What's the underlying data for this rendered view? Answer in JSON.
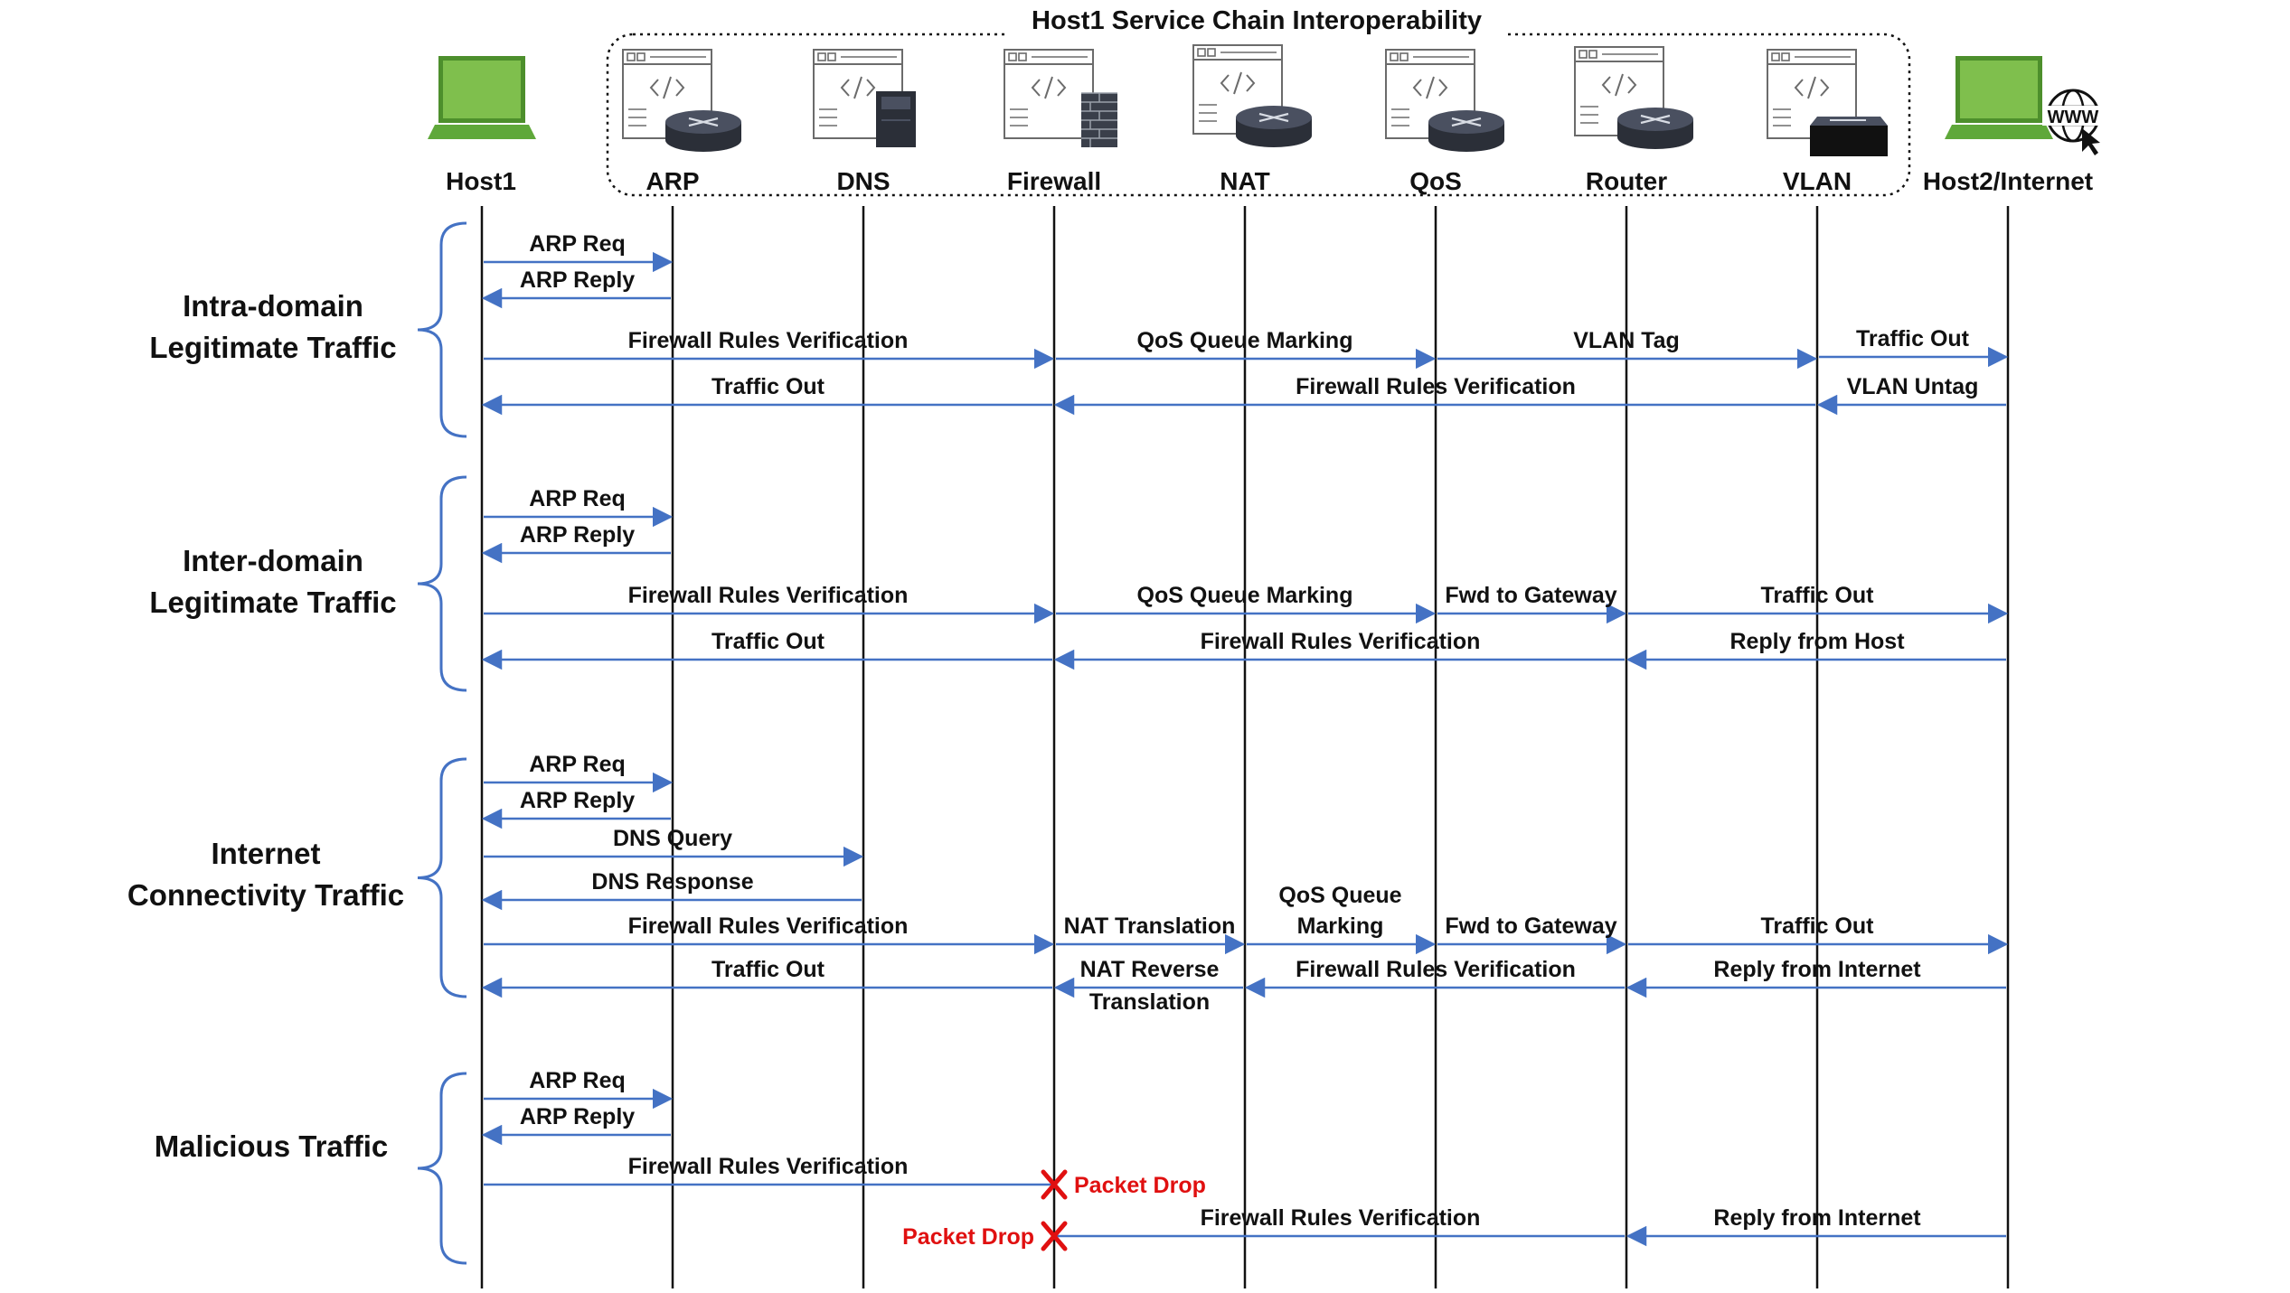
{
  "diagram": {
    "chain_title": "Host1 Service Chain Interoperability",
    "colors": {
      "arrow": "#4472c4",
      "lifeline": "#111111",
      "drop": "#e01010",
      "laptop_screen": "#7fbf4d",
      "laptop_body": "#5fa83a",
      "device_dark": "#2b2f38"
    },
    "participants": [
      {
        "id": "host1",
        "label": "Host1",
        "icon": "laptop-icon"
      },
      {
        "id": "arp",
        "label": "ARP",
        "icon": "router-icon"
      },
      {
        "id": "dns",
        "label": "DNS",
        "icon": "server-icon"
      },
      {
        "id": "firewall",
        "label": "Firewall",
        "icon": "firewall-icon"
      },
      {
        "id": "nat",
        "label": "NAT",
        "icon": "router-icon"
      },
      {
        "id": "qos",
        "label": "QoS",
        "icon": "router-icon"
      },
      {
        "id": "router",
        "label": "Router",
        "icon": "router-icon"
      },
      {
        "id": "vlan",
        "label": "VLAN",
        "icon": "switch-icon"
      },
      {
        "id": "host2",
        "label": "Host2/Internet",
        "icon": "laptop-globe-icon"
      }
    ],
    "sections": [
      {
        "title_lines": [
          "Intra-domain",
          "Legitimate Traffic"
        ],
        "messages": [
          {
            "from": "host1",
            "to": "arp",
            "label": [
              "ARP Req"
            ]
          },
          {
            "from": "arp",
            "to": "host1",
            "label": [
              "ARP Reply"
            ]
          },
          {
            "from": "host1",
            "to": "firewall",
            "label": [
              "Firewall Rules Verification"
            ]
          },
          {
            "from": "firewall",
            "to": "qos",
            "label": [
              "QoS Queue Marking"
            ]
          },
          {
            "from": "qos",
            "to": "vlan",
            "label": [
              "VLAN Tag"
            ]
          },
          {
            "from": "vlan",
            "to": "host2",
            "label": [
              "Traffic Out"
            ]
          },
          {
            "from": "host2",
            "to": "vlan",
            "label": [
              "VLAN Untag"
            ]
          },
          {
            "from": "vlan",
            "to": "firewall",
            "label": [
              "Firewall Rules Verification"
            ]
          },
          {
            "from": "firewall",
            "to": "host1",
            "label": [
              "Traffic Out"
            ]
          }
        ]
      },
      {
        "title_lines": [
          "Inter-domain",
          "Legitimate Traffic"
        ],
        "messages": [
          {
            "from": "host1",
            "to": "arp",
            "label": [
              "ARP Req"
            ]
          },
          {
            "from": "arp",
            "to": "host1",
            "label": [
              "ARP Reply"
            ]
          },
          {
            "from": "host1",
            "to": "firewall",
            "label": [
              "Firewall Rules Verification"
            ]
          },
          {
            "from": "firewall",
            "to": "qos",
            "label": [
              "QoS Queue Marking"
            ]
          },
          {
            "from": "qos",
            "to": "router",
            "label": [
              "Fwd to Gateway"
            ]
          },
          {
            "from": "router",
            "to": "host2",
            "label": [
              "Traffic Out"
            ]
          },
          {
            "from": "host2",
            "to": "router",
            "label": [
              "Reply from Host"
            ]
          },
          {
            "from": "router",
            "to": "firewall",
            "label": [
              "Firewall Rules Verification"
            ]
          },
          {
            "from": "firewall",
            "to": "host1",
            "label": [
              "Traffic Out"
            ]
          }
        ]
      },
      {
        "title_lines": [
          "Internet",
          "Connectivity Traffic"
        ],
        "messages": [
          {
            "from": "host1",
            "to": "arp",
            "label": [
              "ARP Req"
            ]
          },
          {
            "from": "arp",
            "to": "host1",
            "label": [
              "ARP Reply"
            ]
          },
          {
            "from": "host1",
            "to": "dns",
            "label": [
              "DNS Query"
            ]
          },
          {
            "from": "dns",
            "to": "host1",
            "label": [
              "DNS Response"
            ]
          },
          {
            "from": "host1",
            "to": "firewall",
            "label": [
              "Firewall Rules Verification"
            ]
          },
          {
            "from": "firewall",
            "to": "nat",
            "label": [
              "NAT Translation"
            ]
          },
          {
            "from": "nat",
            "to": "qos",
            "label": [
              "QoS Queue",
              "Marking"
            ]
          },
          {
            "from": "qos",
            "to": "router",
            "label": [
              "Fwd to Gateway"
            ]
          },
          {
            "from": "router",
            "to": "host2",
            "label": [
              "Traffic Out"
            ]
          },
          {
            "from": "host2",
            "to": "router",
            "label": [
              "Reply from Internet"
            ]
          },
          {
            "from": "router",
            "to": "nat",
            "label": [
              "Firewall Rules Verification"
            ]
          },
          {
            "from": "nat",
            "to": "firewall",
            "label": [
              "NAT Reverse",
              "Translation"
            ]
          },
          {
            "from": "firewall",
            "to": "host1",
            "label": [
              "Traffic Out"
            ]
          }
        ]
      },
      {
        "title_lines": [
          "Malicious Traffic"
        ],
        "messages": [
          {
            "from": "host1",
            "to": "arp",
            "label": [
              "ARP Req"
            ]
          },
          {
            "from": "arp",
            "to": "host1",
            "label": [
              "ARP Reply"
            ]
          },
          {
            "from": "host1",
            "to": "firewall",
            "label": [
              "Firewall Rules Verification"
            ],
            "drop_label": "Packet Drop"
          },
          {
            "from": "host2",
            "to": "router",
            "label": [
              "Reply from Internet"
            ]
          },
          {
            "from": "router",
            "to": "firewall",
            "label": [
              "Firewall Rules Verification"
            ],
            "drop_label": "Packet Drop"
          }
        ]
      }
    ]
  }
}
